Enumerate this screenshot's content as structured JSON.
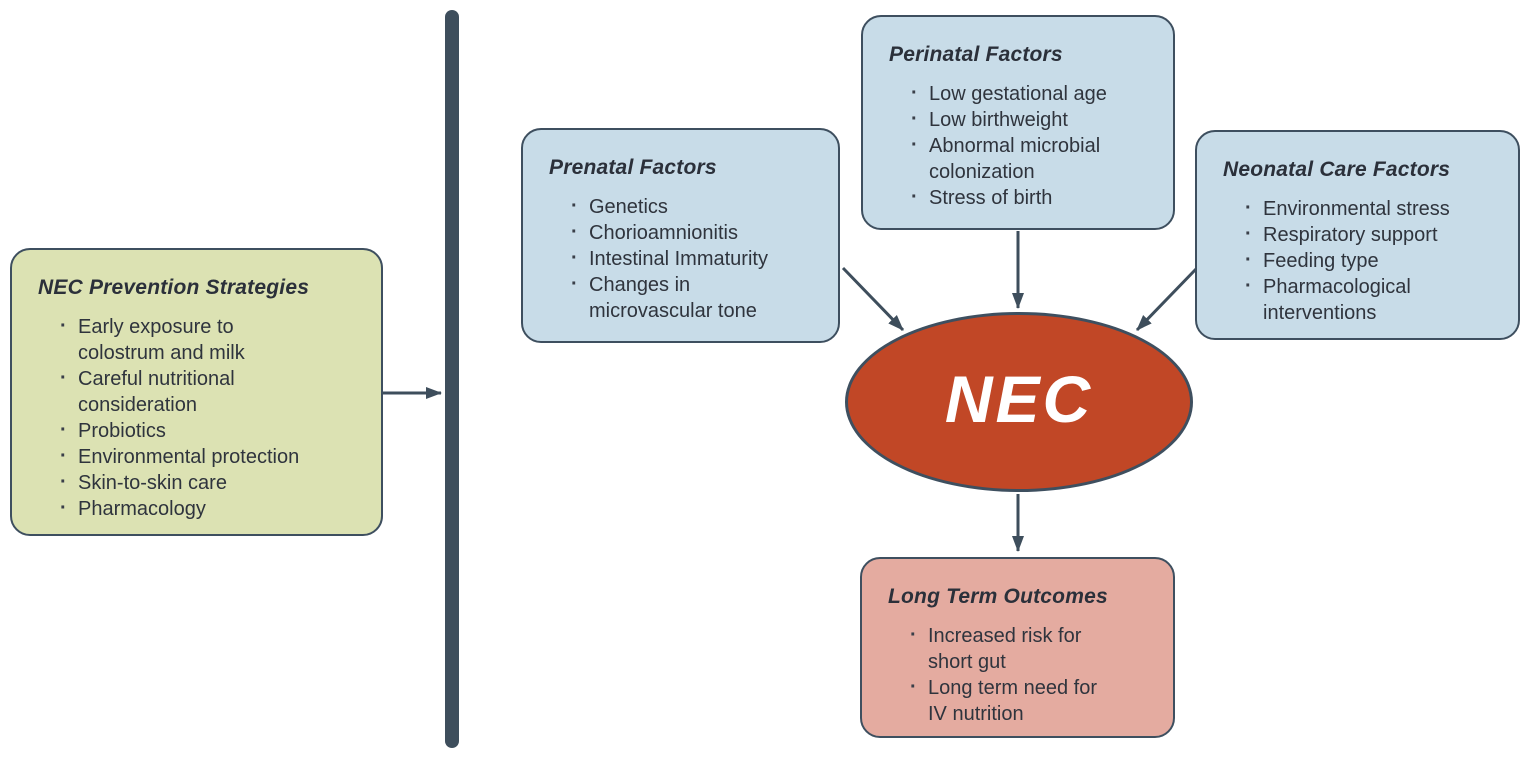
{
  "diagram": {
    "title_context": "NEC factors and prevention diagram",
    "center": {
      "label": "NEC"
    },
    "boxes": {
      "prevention": {
        "title": "NEC Prevention Strategies",
        "items": [
          "Early exposure to colostrum and milk",
          "Careful nutritional consideration",
          "Probiotics",
          "Environmental protection",
          "Skin-to-skin care",
          "Pharmacology"
        ]
      },
      "prenatal": {
        "title": "Prenatal Factors",
        "items": [
          "Genetics",
          "Chorioamnionitis",
          "Intestinal Immaturity",
          "Changes in microvascular tone"
        ]
      },
      "perinatal": {
        "title": "Perinatal Factors",
        "items": [
          "Low gestational age",
          "Low birthweight",
          "Abnormal microbial colonization",
          "Stress of birth"
        ]
      },
      "neonatal": {
        "title": "Neonatal Care Factors",
        "items": [
          "Environmental stress",
          "Respiratory support",
          "Feeding type",
          "Pharmacological interventions"
        ]
      },
      "outcomes": {
        "title": "Long Term Outcomes",
        "items": [
          "Increased risk for short gut",
          "Long term need for IV nutrition"
        ]
      }
    },
    "colors": {
      "factor_box_fill": "#C8DCE8",
      "prevention_box_fill": "#DCE2B3",
      "outcomes_box_fill": "#E4ABA0",
      "nec_ellipse_fill": "#C14726",
      "stroke_and_arrows": "#3E4E5C",
      "text": "#2F343D",
      "nec_label_text": "#FFFFFF"
    }
  }
}
